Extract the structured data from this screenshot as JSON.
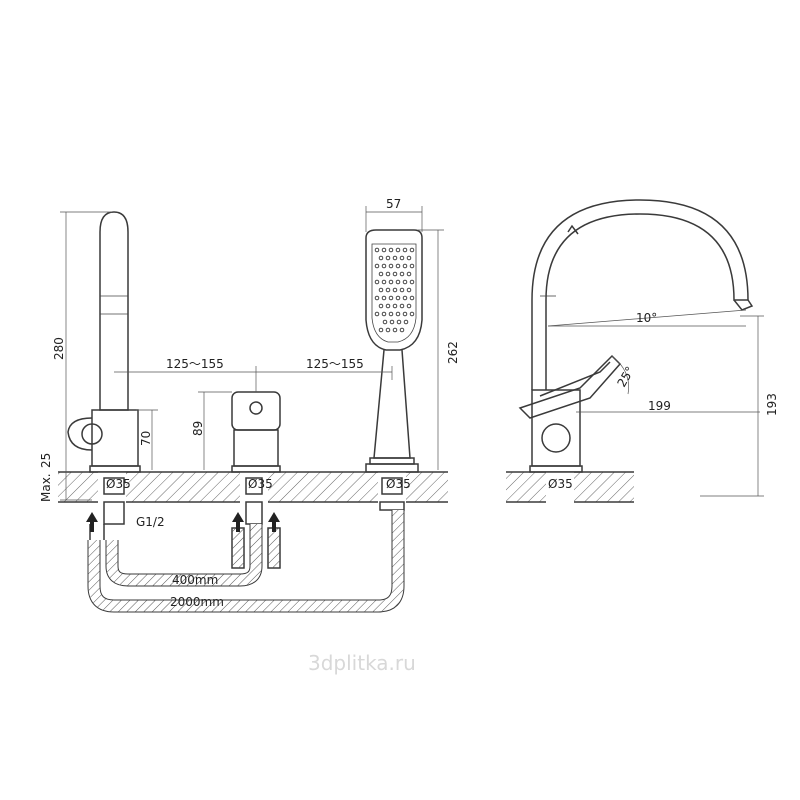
{
  "dimensions": {
    "height_spout": "280",
    "base_25": "25",
    "max_label": "Max.",
    "handle_70": "70",
    "diverter_89": "89",
    "spacing_left": "125～155",
    "spacing_right": "125～155",
    "shower_width": "57",
    "shower_height": "262",
    "hole_left": "Ø35",
    "hole_mid": "Ø35",
    "hole_right": "Ø35",
    "hole_side": "Ø35",
    "thread": "G1/2",
    "hose_short": "400mm",
    "hose_long": "2000mm",
    "angle_spout": "10°",
    "angle_handle": "25°",
    "reach": "199",
    "height_side": "193"
  },
  "watermark": "3dplitka.ru"
}
